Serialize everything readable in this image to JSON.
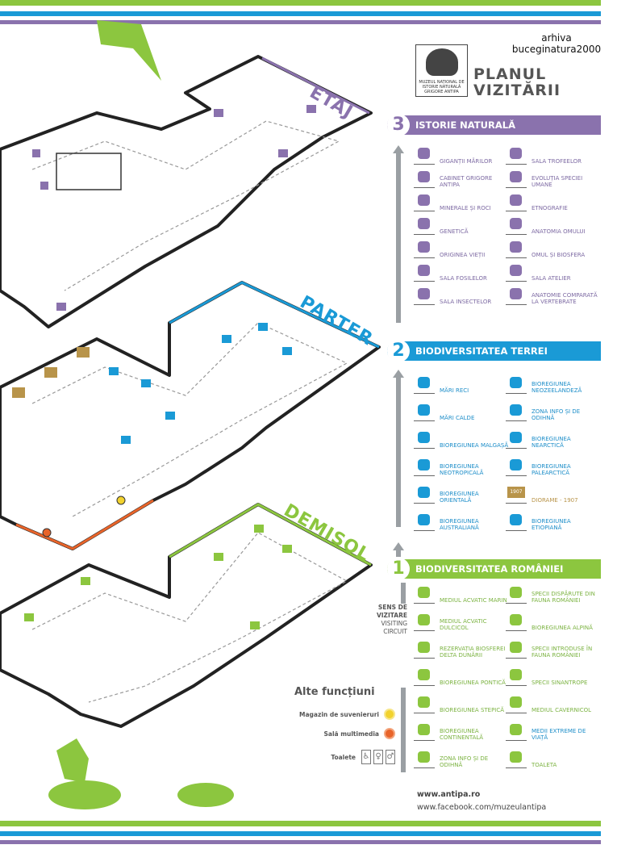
{
  "watermark": [
    "arhiva",
    "buceginatura2000"
  ],
  "logo": {
    "text": "MUZEUL NAȚIONAL DE ISTORIE NATURALĂ GRIGORE ANTIPA"
  },
  "title": [
    "PLANUL",
    "VIZITĂRII"
  ],
  "colors": {
    "etaj": "#8a72ad",
    "parter": "#1a9ad6",
    "demisol": "#8cc63f"
  },
  "floors": [
    {
      "num": "3",
      "map_label": "ETAJ",
      "name": "ISTORIE NATURALĂ",
      "color": "#8a72ad",
      "items": [
        "GIGANȚII MĂRILOR",
        "SALA TROFEELOR",
        "CABINET GRIGORE ANTIPA",
        "EVOLUȚIA SPECIEI UMANE",
        "MINERALE ȘI ROCI",
        "ETNOGRAFIE",
        "GENETICĂ",
        "ANATOMIA OMULUI",
        "ORIGINEA VIEȚII",
        "OMUL ȘI BIOSFERA",
        "SALA FOSILELOR",
        "SALA ATELIER",
        "SALA INSECTELOR",
        "ANATOMIE COMPARATĂ LA VERTEBRATE"
      ]
    },
    {
      "num": "2",
      "map_label": "PARTER",
      "name": "BIODIVERSITATEA TERREI",
      "color": "#1a9ad6",
      "items": [
        "MĂRI RECI",
        "BIOREGIUNEA NEOZEELANDEZĂ",
        "MĂRI CALDE",
        "ZONA INFO ȘI DE ODIHNĂ",
        "BIOREGIUNEA MALGAȘĂ",
        "BIOREGIUNEA NEARCTICĂ",
        "BIOREGIUNEA NEOTROPICALĂ",
        "BIOREGIUNEA PALEARCTICĂ",
        "BIOREGIUNEA ORIENTALĂ",
        "DIORAME - 1907",
        "BIOREGIUNEA AUSTRALIANĂ",
        "BIOREGIUNEA ETIOPIANĂ"
      ]
    },
    {
      "num": "1",
      "map_label": "DEMISOL",
      "name": "BIODIVERSITATEA ROMÂNIEI",
      "color": "#8cc63f",
      "items": [
        "MEDIUL ACVATIC MARIN",
        "SPECII DISPĂRUTE DIN FAUNA ROMÂNIEI",
        "MEDIUL ACVATIC DULCICOL",
        "BIOREGIUNEA ALPINĂ",
        "REZERVAȚIA BIOSFEREI DELTA DUNĂRII",
        "SPECII INTRODUSE ÎN FAUNA ROMÂNIEI",
        "BIOREGIUNEA PONTICĂ",
        "SPECII SINANTROPE",
        "BIOREGIUNEA STEPICĂ",
        "MEDIUL CAVERNICOL",
        "BIOREGIUNEA CONTINENTALĂ",
        "MEDII EXTREME DE VIAȚĂ",
        "ZONA INFO ȘI DE ODIHNĂ",
        "TOALETA"
      ]
    }
  ],
  "diorama_badge": "1907",
  "sens": [
    "SENS DE",
    "VIZITARE",
    "VISITING",
    "CIRCUIT"
  ],
  "alte": {
    "title": "Alte funcțiuni",
    "items": [
      {
        "label": "Magazin de suvenieruri",
        "color": "#f2d22e"
      },
      {
        "label": "Sală multimedia",
        "color": "#e8642a"
      },
      {
        "label": "Toalete",
        "color": ""
      }
    ]
  },
  "links": [
    "www.antipa.ro",
    "www.facebook.com/muzeulantipa"
  ]
}
